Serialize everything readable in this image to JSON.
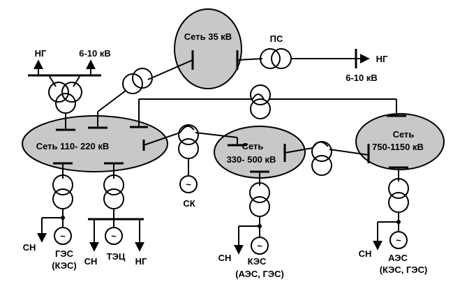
{
  "networks": {
    "net35": "Сеть 35 кВ",
    "net110_220": "Сеть 110- 220 кВ",
    "net330_500_line1": "Сеть",
    "net330_500_line2": "330- 500 кВ",
    "net750_1150_line1": "Сеть",
    "net750_1150_line2": "750-1150 кВ"
  },
  "labels": {
    "ng_left": "НГ",
    "v6_10_left": "6-10 кВ",
    "ps": "ПС",
    "ng_right": "НГ",
    "v6_10_right": "6-10 кВ",
    "sk": "СК",
    "sn_ges": "СН",
    "ges_line1": "ГЭС",
    "ges_line2": "(КЭС)",
    "sn_tec": "СН",
    "tec": "ТЭЦ",
    "ng_tec": "НГ",
    "sn_kes": "СН",
    "kes_line1": "КЭС",
    "kes_line2": "(АЭС, ГЭС)",
    "sn_aes": "СН",
    "aes_line1": "АЭС",
    "aes_line2": "(КЭС, ГЭС)",
    "gen_symbol": "~"
  }
}
